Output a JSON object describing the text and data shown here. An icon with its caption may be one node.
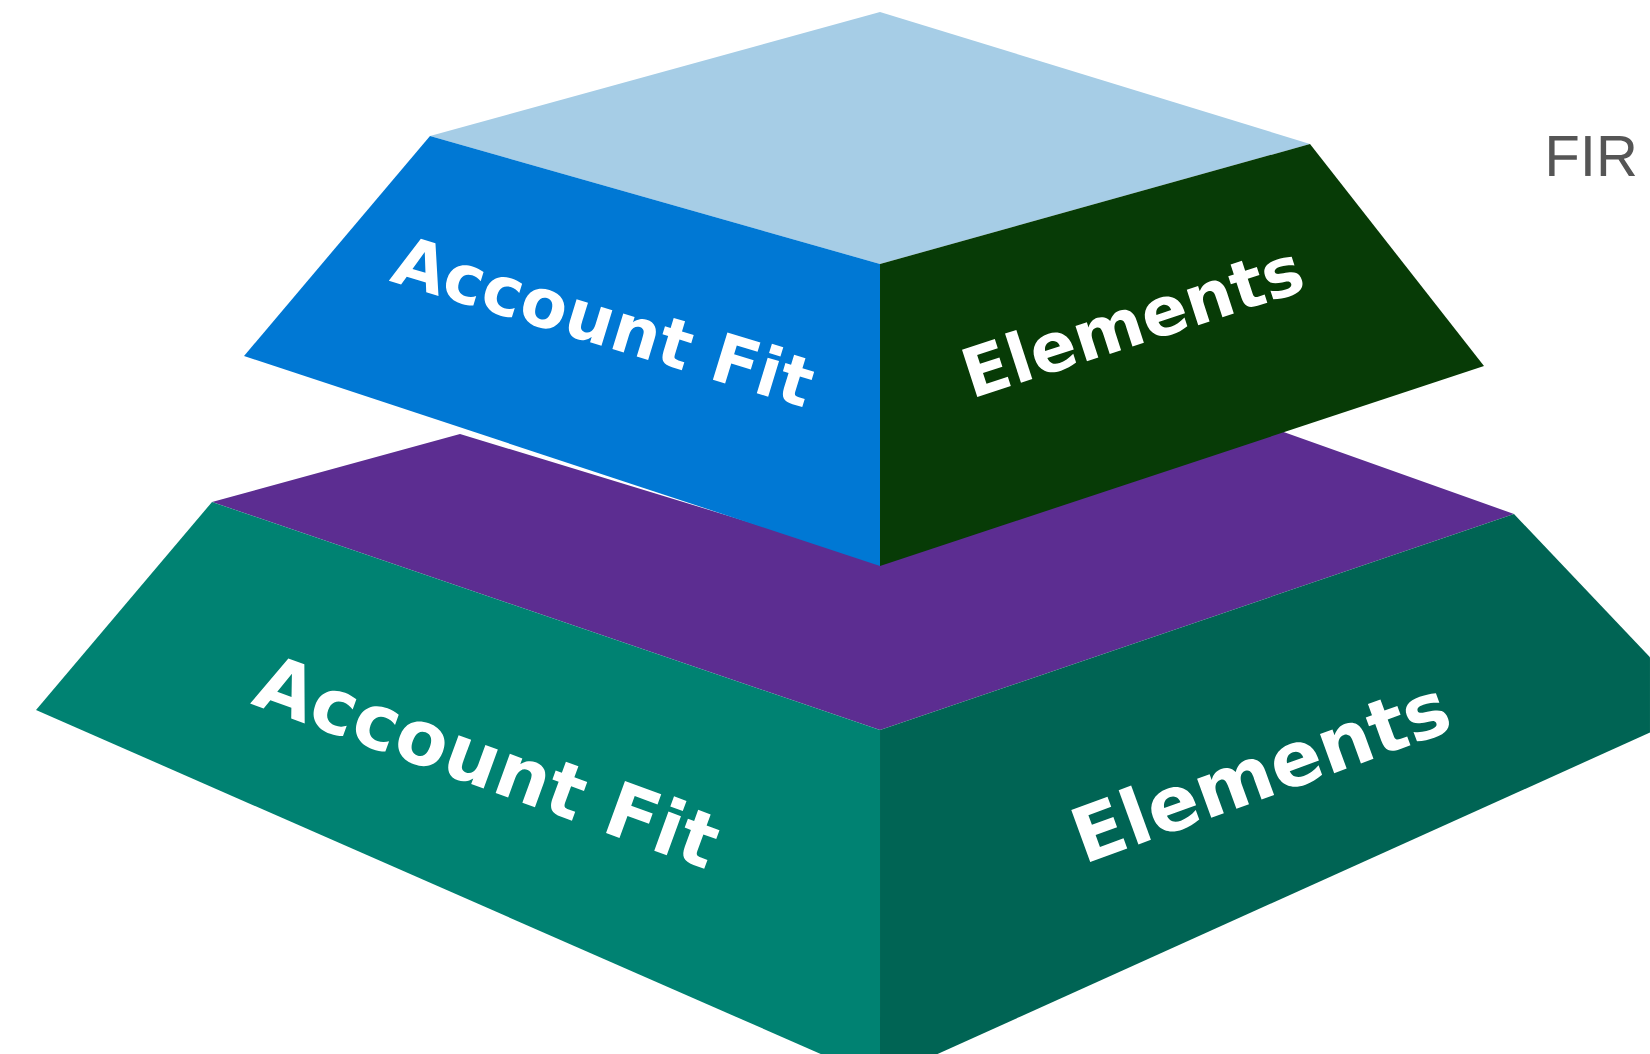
{
  "diagram": {
    "nodes": [
      {
        "text": [
          "Account Fit"
        ]
      },
      {
        "text": [
          "Elements"
        ]
      },
      {
        "text": [
          "Account Fit"
        ]
      },
      {
        "text": [
          "Elements"
        ]
      },
      {
        "text": [],
        "shape": "diamond"
      },
      {
        "text": [],
        "shape": "band"
      }
    ],
    "labels": [
      "FIR"
    ]
  }
}
